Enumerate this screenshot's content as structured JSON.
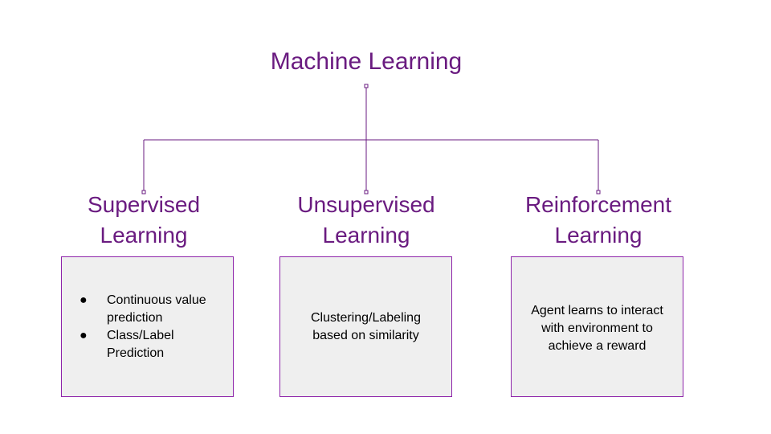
{
  "title": "Machine Learning",
  "branches": [
    {
      "heading_line1": "Supervised",
      "heading_line2": "Learning",
      "items": [
        "Continuous value prediction",
        "Class/Label Prediction"
      ]
    },
    {
      "heading_line1": "Unsupervised",
      "heading_line2": "Learning",
      "description": "Clustering/Labeling based on similarity"
    },
    {
      "heading_line1": "Reinforcement",
      "heading_line2": "Learning",
      "description": "Agent learns to interact with environment to achieve a reward"
    }
  ],
  "colors": {
    "title": "#6a1b80",
    "connector": "#6a1b80",
    "box_border": "#8e24aa",
    "box_fill": "#efefef"
  }
}
